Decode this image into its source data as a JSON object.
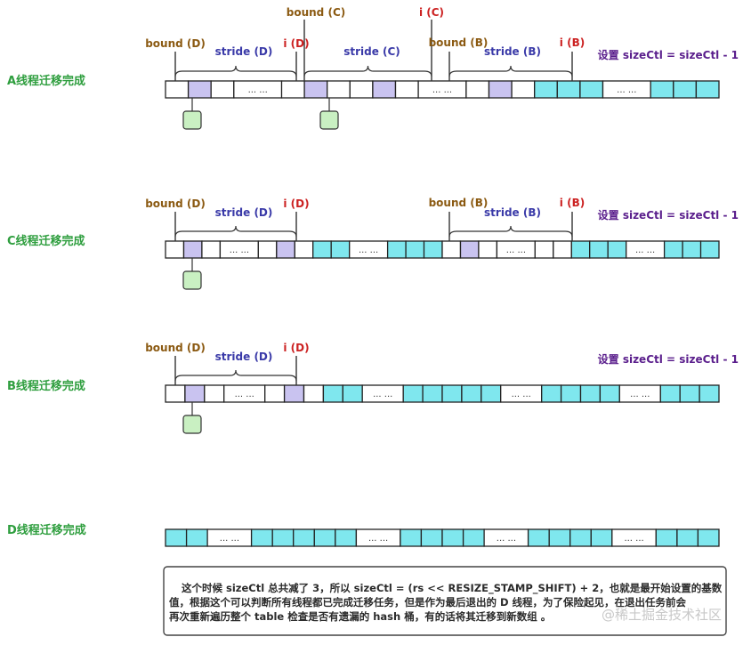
{
  "rows": [
    {
      "title": "A线程迁移完成",
      "cells": "wpwdwpwwpwdwpwcccdccc",
      "labels": [
        {
          "text": "bound (D)",
          "color": "#8b5a12"
        },
        {
          "text": "stride (D)",
          "color": "#3a3aa8"
        },
        {
          "text": "i (D)",
          "color": "#cc2222"
        },
        {
          "text": "bound (C)",
          "color": "#8b5a12"
        },
        {
          "text": "i (C)",
          "color": "#cc2222"
        },
        {
          "text": "stride (C)",
          "color": "#3a3aa8"
        },
        {
          "text": "bound (B)",
          "color": "#8b5a12"
        },
        {
          "text": "stride (B)",
          "color": "#3a3aa8"
        },
        {
          "text": "i (B)",
          "color": "#cc2222"
        }
      ],
      "note": "设置 sizeCtl = sizeCtl - 1"
    },
    {
      "title": "C线程迁移完成",
      "cells": "wpwdwpwccdcccwpwdwwcccdccc",
      "labels": [
        {
          "text": "bound (D)",
          "color": "#8b5a12"
        },
        {
          "text": "stride (D)",
          "color": "#3a3aa8"
        },
        {
          "text": "i (D)",
          "color": "#cc2222"
        },
        {
          "text": "bound (B)",
          "color": "#8b5a12"
        },
        {
          "text": "stride (B)",
          "color": "#3a3aa8"
        },
        {
          "text": "i (B)",
          "color": "#cc2222"
        }
      ],
      "note": "设置 sizeCtl = sizeCtl - 1"
    },
    {
      "title": "B线程迁移完成",
      "cells": "wpwdwpwccdcccccdccccdccc",
      "labels": [
        {
          "text": "bound (D)",
          "color": "#8b5a12"
        },
        {
          "text": "stride (D)",
          "color": "#3a3aa8"
        },
        {
          "text": "i (D)",
          "color": "#cc2222"
        }
      ],
      "note": "设置 sizeCtl = sizeCtl - 1"
    },
    {
      "title": "D线程迁移完成",
      "cells": "ccdcccccdccccdccccdccc",
      "labels": [],
      "note": ""
    }
  ],
  "ellipsis": "... ...",
  "summary": [
    "这个时候 sizeCtl 总共减了 3，所以 sizeCtl  = (rs << RESIZE_STAMP_SHIFT) + 2，也就是最开始设置的基数",
    "值，根据这个可以判断所有线程都已完成迁移任务，但是作为最后退出的 D 线程，为了保险起见，在退出任务前会",
    "再次重新遍历整个 table 检查是否有遗漏的 hash 桶，有的话将其迁移到新数组 。"
  ],
  "watermark": "@稀土掘金技术社区",
  "colors": {
    "white": "#ffffff",
    "purple": "#c9c3f0",
    "cyan": "#7fe7ee",
    "green": "#c9f0c2",
    "title_green": "#2e9e3e",
    "note_purple": "#5a1e8c"
  }
}
